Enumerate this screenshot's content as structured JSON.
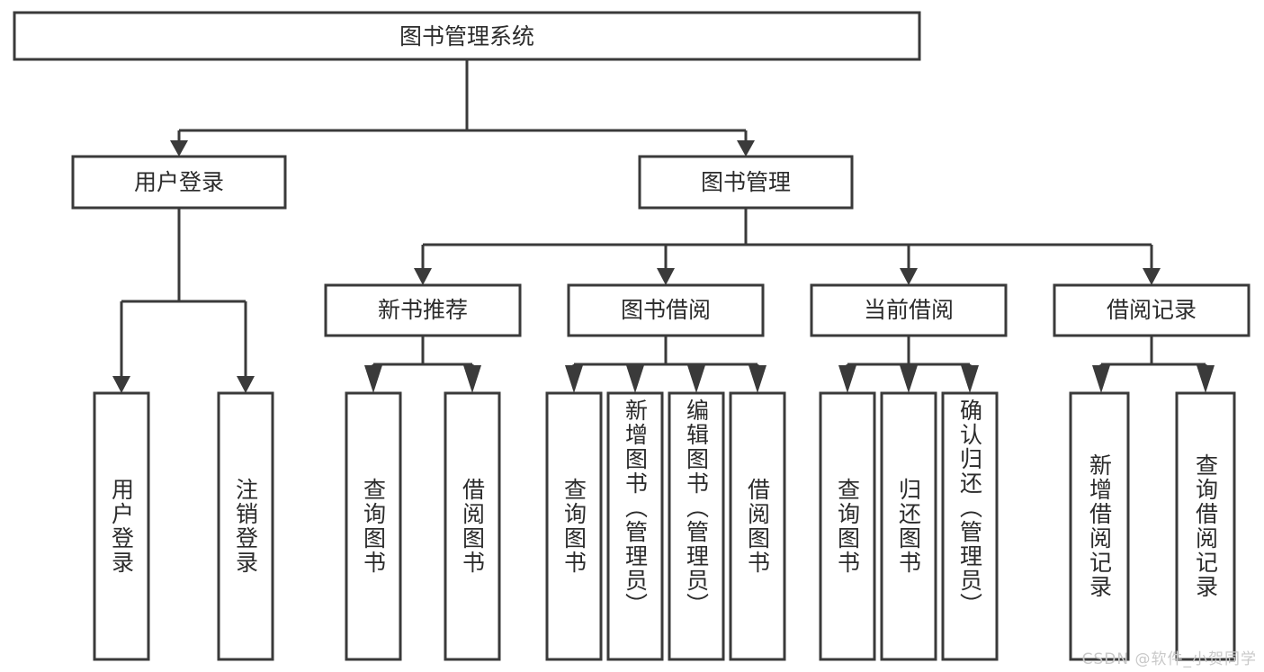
{
  "diagram": {
    "type": "tree-hierarchy",
    "title": "图书管理系统",
    "watermark": "CSDN @软件_小贺同学",
    "colors": {
      "box_stroke": "#3a3a3a",
      "box_fill": "#ffffff",
      "text": "#2b2b2b",
      "background": "#ffffff",
      "watermark": "#c9c9c9"
    },
    "levels": {
      "root": {
        "label": "图书管理系统"
      },
      "level2": [
        {
          "label": "用户登录"
        },
        {
          "label": "图书管理"
        }
      ],
      "level3": [
        {
          "label": "新书推荐"
        },
        {
          "label": "图书借阅"
        },
        {
          "label": "当前借阅"
        },
        {
          "label": "借阅记录"
        }
      ],
      "leaves": {
        "user_login": [
          {
            "label": "用户登录"
          },
          {
            "label": "注销登录"
          }
        ],
        "new_book_recommend": [
          {
            "label": "查询图书"
          },
          {
            "label": "借阅图书"
          }
        ],
        "book_borrow": [
          {
            "label": "查询图书"
          },
          {
            "label": "新增图书（管理员）"
          },
          {
            "label": "编辑图书（管理员）"
          },
          {
            "label": "借阅图书"
          }
        ],
        "current_borrow": [
          {
            "label": "查询图书"
          },
          {
            "label": "归还图书"
          },
          {
            "label": "确认归还（管理员）"
          }
        ],
        "borrow_records": [
          {
            "label": "新增借阅记录"
          },
          {
            "label": "查询借阅记录"
          }
        ]
      }
    }
  }
}
